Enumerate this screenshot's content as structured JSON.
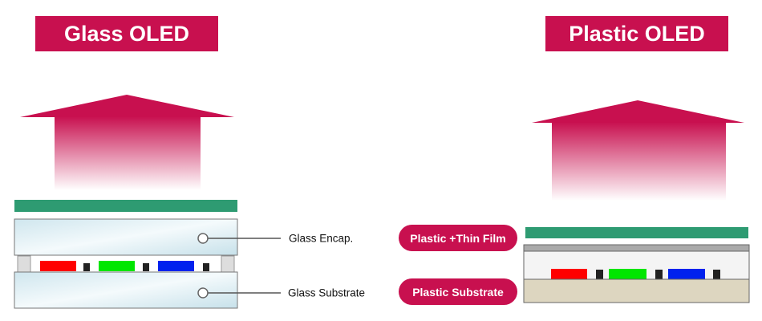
{
  "glass": {
    "title": "Glass OLED",
    "labels": [
      "Glass Encap.",
      "Glass Substrate"
    ]
  },
  "plastic": {
    "title": "Plastic OLED",
    "labels": [
      "Plastic +Thin Film",
      "Plastic Substrate"
    ]
  },
  "colors": {
    "accent": "#c8104f",
    "film": "#2e9b72",
    "red": "#ff0000",
    "green": "#00e600",
    "blue": "#0022ee",
    "substrate": "#ddd6c0"
  }
}
